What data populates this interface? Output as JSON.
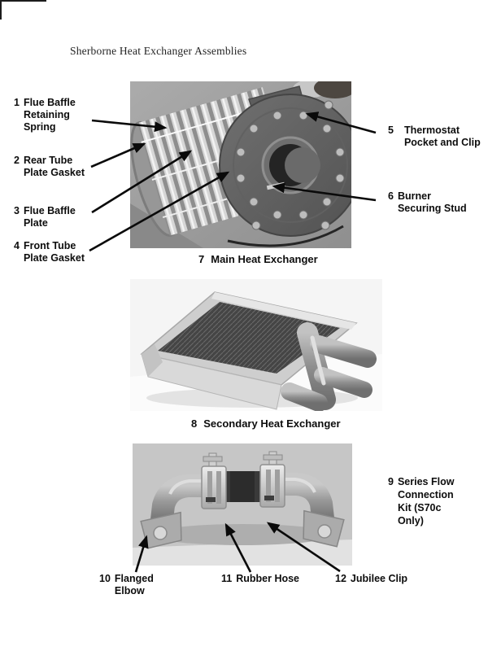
{
  "title": "Sherborne Heat Exchanger Assemblies",
  "figure1": {
    "caption_num": "7",
    "caption_text": "Main Heat Exchanger",
    "labels": {
      "part1": {
        "num": "1",
        "l1": "Flue Baffle",
        "l2": "Retaining",
        "l3": "Spring"
      },
      "part2": {
        "num": "2",
        "l1": "Rear Tube",
        "l2": "Plate Gasket"
      },
      "part3": {
        "num": "3",
        "l1": "Flue Baffle",
        "l2": "Plate"
      },
      "part4": {
        "num": "4",
        "l1": "Front Tube",
        "l2": "Plate Gasket"
      },
      "part5": {
        "num": "5",
        "l1": "Thermostat",
        "l2": "Pocket and Clip"
      },
      "part6": {
        "num": "6",
        "l1": "Burner",
        "l2": "Securing Stud"
      }
    }
  },
  "figure2": {
    "caption_num": "8",
    "caption_text": "Secondary Heat Exchanger"
  },
  "figure3": {
    "labels": {
      "part9": {
        "num": "9",
        "l1": "Series Flow",
        "l2": "Connection",
        "l3": "Kit (S70c",
        "l4": "Only)"
      },
      "part10": {
        "num": "10",
        "l1": "Flanged",
        "l2": "Elbow"
      },
      "part11": {
        "num": "11",
        "l1": "Rubber Hose"
      },
      "part12": {
        "num": "12",
        "l1": "Jubilee Clip"
      }
    }
  },
  "colors": {
    "ink": "#0d0d0d",
    "arrow": "#0a0a0a",
    "photo1_bg": "#9e9e9e",
    "photo2_bg": "#f5f5f5",
    "photo3_bg": "#c6c6c6"
  }
}
